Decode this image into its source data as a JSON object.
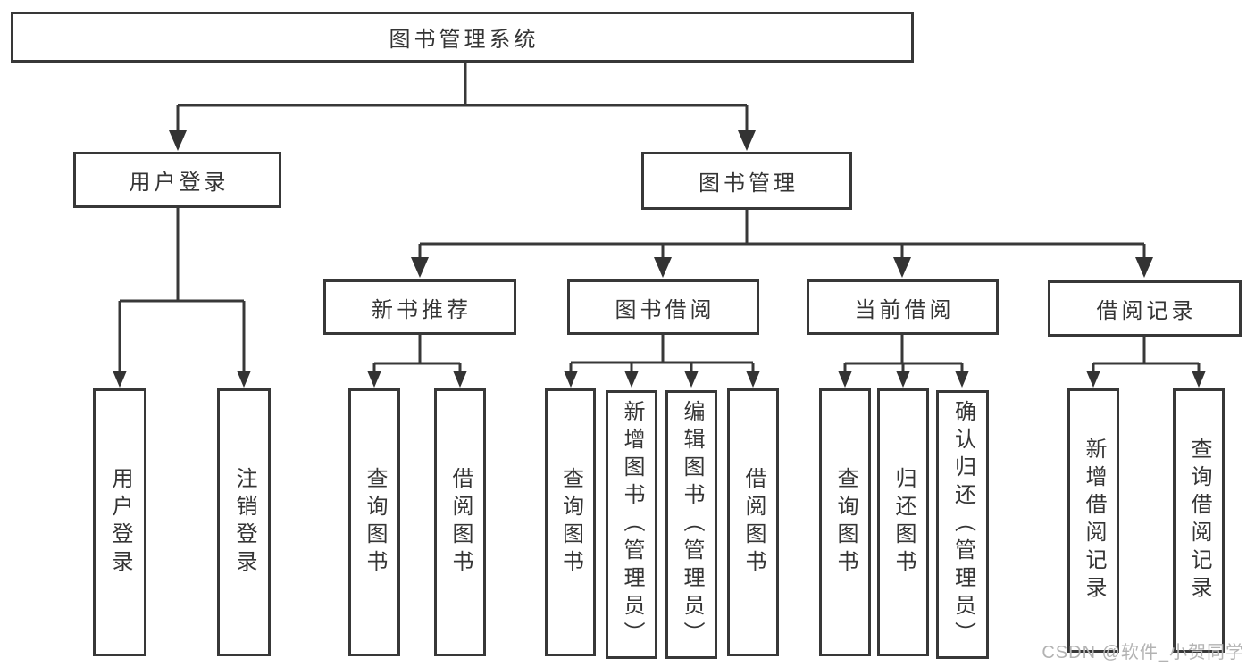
{
  "title": "图书管理系统",
  "level2": {
    "user_login": "用户登录",
    "book_management": "图书管理"
  },
  "level3": {
    "new_book_recommend": "新书推荐",
    "book_borrow": "图书借阅",
    "current_borrow": "当前借阅",
    "borrow_records": "借阅记录"
  },
  "leaves": {
    "user_login": [
      "用户登录",
      "注销登录"
    ],
    "new_book_recommend": [
      "查询图书",
      "借阅图书"
    ],
    "book_borrow": [
      "查询图书",
      "新增图书（管理员）",
      "编辑图书（管理员）",
      "借阅图书"
    ],
    "current_borrow": [
      "查询图书",
      "归还图书",
      "确认归还（管理员）"
    ],
    "borrow_records": [
      "新增借阅记录",
      "查询借阅记录"
    ]
  },
  "watermark": "CSDN @软件_小贺同学",
  "colors": {
    "line": "#383838",
    "text": "#353535",
    "background": "#ffffff",
    "watermark": "#b3b3b3"
  }
}
